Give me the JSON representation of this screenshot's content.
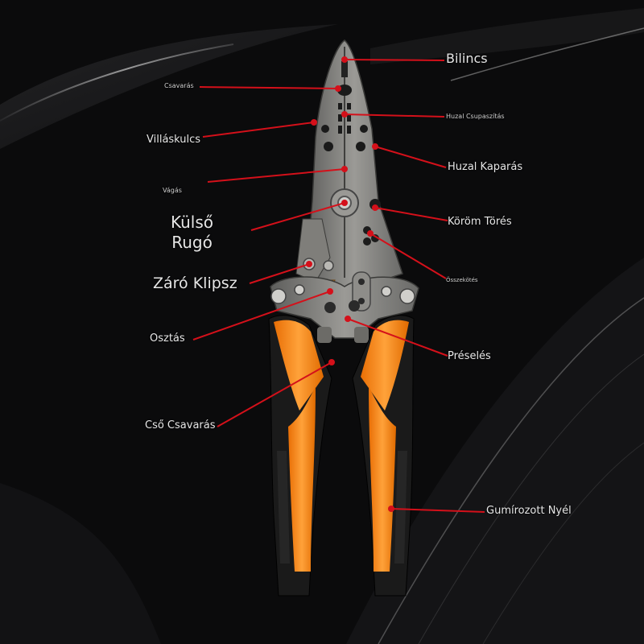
{
  "colors": {
    "background": "#0b0b0c",
    "leader_line": "#d4101a",
    "handle_orange": "#ff8a1a",
    "handle_black": "#1c1c1c",
    "steel": "#8a8a88"
  },
  "labels": [
    {
      "id": "bilincs",
      "text": "Bilincs"
    },
    {
      "id": "csavaras",
      "text": "Csavarás"
    },
    {
      "id": "huzal-csupaszitas",
      "text": "Huzal Csupaszítás"
    },
    {
      "id": "villaskulcs",
      "text": "Villáskulcs"
    },
    {
      "id": "huzal-kaparas",
      "text": "Huzal Kaparás"
    },
    {
      "id": "vagas",
      "text": "Vágás"
    },
    {
      "id": "kulso-rugo",
      "text": "Külső\nRugó"
    },
    {
      "id": "korom-tores",
      "text": "Köröm Törés"
    },
    {
      "id": "osszekotes",
      "text": "Összekötés"
    },
    {
      "id": "zaro-klipsz",
      "text": "Záró Klipsz"
    },
    {
      "id": "osztas",
      "text": "Osztás"
    },
    {
      "id": "preseles",
      "text": "Préselés"
    },
    {
      "id": "cso-csavaras",
      "text": "Cső Csavarás"
    },
    {
      "id": "gumirozott-nyel",
      "text": "Gumírozott Nyél"
    }
  ]
}
